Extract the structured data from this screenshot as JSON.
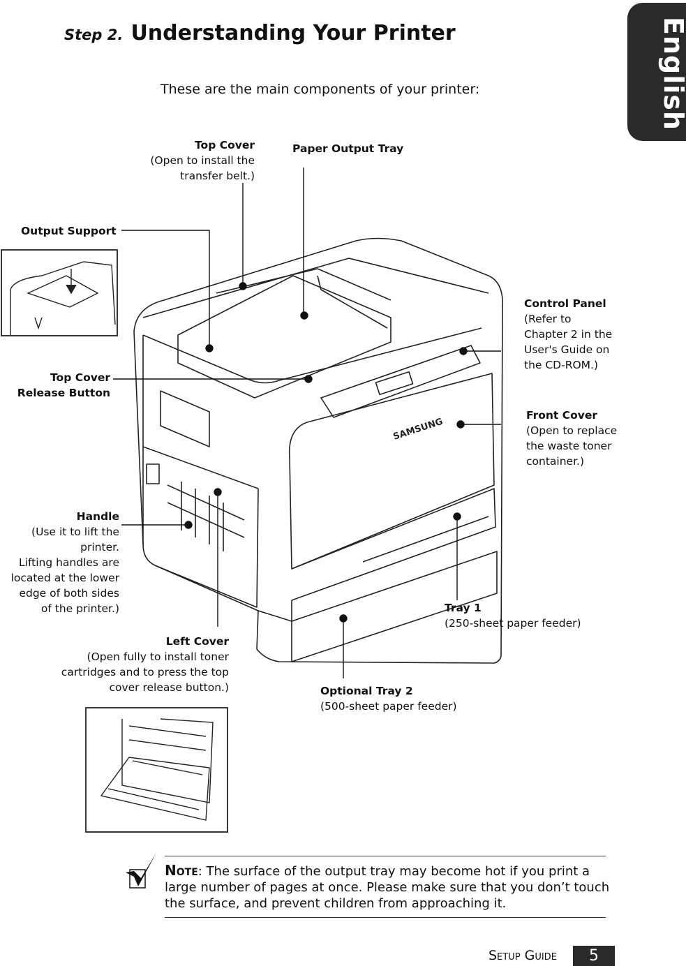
{
  "step": {
    "label": "Step 2.",
    "heading": "Understanding Your Printer"
  },
  "intro": "These are the main components of your printer:",
  "language_tab": "English",
  "labels": {
    "top_cover": {
      "title": "Top Cover",
      "desc1": "(Open to install the",
      "desc2": "transfer belt.)"
    },
    "paper_output_tray": {
      "title": "Paper Output Tray"
    },
    "output_support": {
      "title": "Output Support"
    },
    "control_panel": {
      "title": "Control Panel",
      "desc1": "(Refer to",
      "desc2": "Chapter 2 in the",
      "desc3": "User's Guide on",
      "desc4": "the CD-ROM.)"
    },
    "top_cover_release": {
      "line1": "Top Cover",
      "line2": "Release Button"
    },
    "front_cover": {
      "title": "Front Cover",
      "desc1": "(Open to replace",
      "desc2": "the waste toner",
      "desc3": "container.)"
    },
    "handle": {
      "title": "Handle",
      "desc1": "(Use it to lift the",
      "desc2": "printer.",
      "desc3": "Lifting handles are",
      "desc4": "located at the lower",
      "desc5": "edge of both sides",
      "desc6": "of the printer.)"
    },
    "tray1": {
      "title": "Tray 1",
      "desc1": "(250-sheet paper feeder)"
    },
    "left_cover": {
      "title": "Left Cover",
      "desc1": "(Open fully to install toner",
      "desc2": "cartridges and to press the top",
      "desc3": "cover release button.)"
    },
    "optional_tray2": {
      "title": "Optional Tray 2",
      "desc1": "(500-sheet paper feeder)"
    }
  },
  "brand_on_printer": "SAMSUNG",
  "note": {
    "head": "Note",
    "text": ": The surface of the output tray may become hot if you print a large number of pages at once. Please make sure that you don’t touch the surface, and prevent children from approaching it."
  },
  "footer": {
    "label": "Setup Guide",
    "page": "5"
  }
}
